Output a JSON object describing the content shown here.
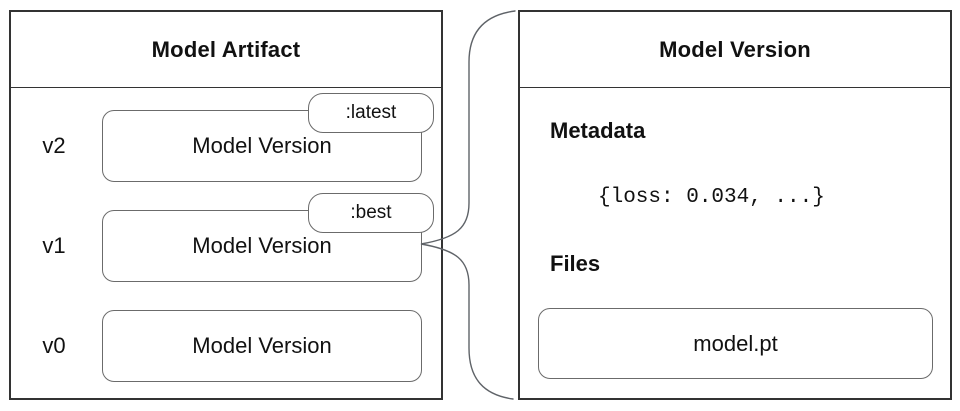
{
  "artifact_panel": {
    "title": "Model Artifact",
    "rows": [
      {
        "version": "v2",
        "label": "Model Version",
        "tag": ":latest"
      },
      {
        "version": "v1",
        "label": "Model Version",
        "tag": ":best"
      },
      {
        "version": "v0",
        "label": "Model Version"
      }
    ]
  },
  "version_panel": {
    "title": "Model Version",
    "metadata_heading": "Metadata",
    "metadata_value": "{loss: 0.034, ...}",
    "files_heading": "Files",
    "file_name": "model.pt"
  },
  "colors": {
    "panel_border": "#333333",
    "box_border": "#6b6b6b",
    "connector": "#5f6368",
    "text": "#111111",
    "background": "#ffffff"
  }
}
